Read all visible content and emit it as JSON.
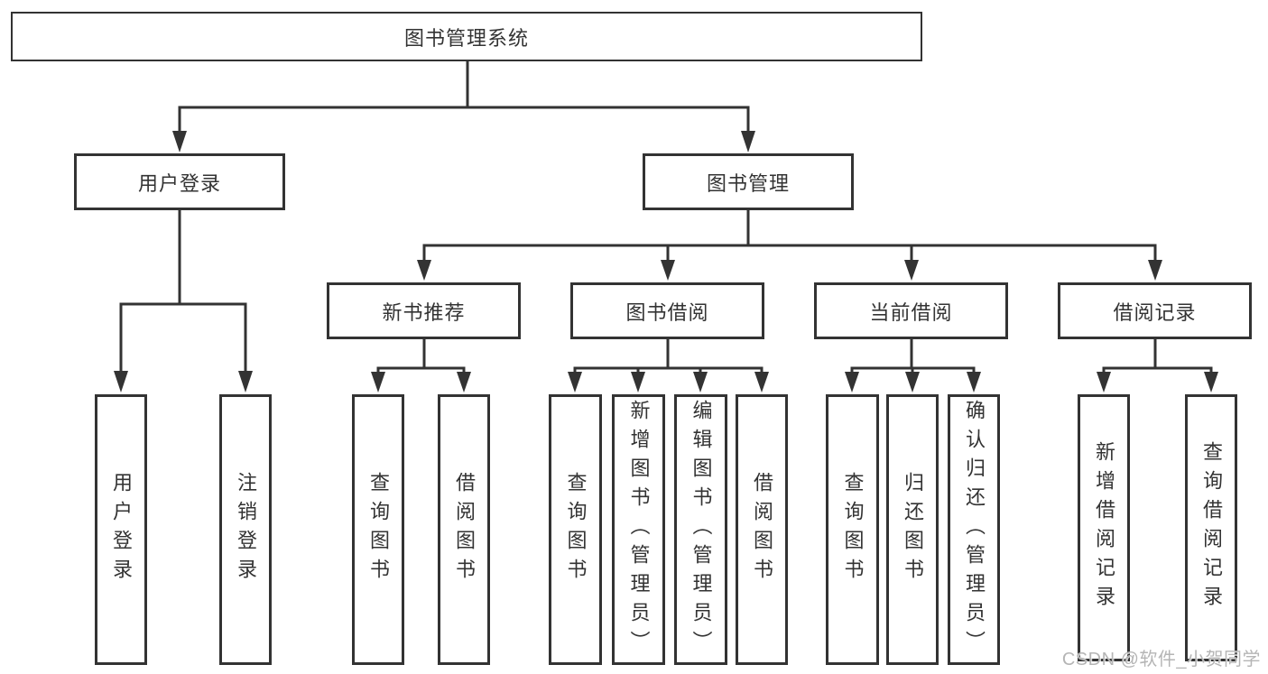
{
  "tree": {
    "label": "图书管理系统",
    "children": [
      {
        "label": "用户登录",
        "children": [
          {
            "label": "用户登录"
          },
          {
            "label": "注销登录"
          }
        ]
      },
      {
        "label": "图书管理",
        "children": [
          {
            "label": "新书推荐",
            "children": [
              {
                "label": "查询图书"
              },
              {
                "label": "借阅图书"
              }
            ]
          },
          {
            "label": "图书借阅",
            "children": [
              {
                "label": "查询图书"
              },
              {
                "label": "新增图书（管理员）"
              },
              {
                "label": "编辑图书（管理员）"
              },
              {
                "label": "借阅图书"
              }
            ]
          },
          {
            "label": "当前借阅",
            "children": [
              {
                "label": "查询图书"
              },
              {
                "label": "归还图书"
              },
              {
                "label": "确认归还（管理员）"
              }
            ]
          },
          {
            "label": "借阅记录",
            "children": [
              {
                "label": "新增借阅记录"
              },
              {
                "label": "查询借阅记录"
              }
            ]
          }
        ]
      }
    ]
  },
  "watermark": "CSDN @软件_小贺同学",
  "colors": {
    "line": "#333333",
    "box_background": "#ffffff",
    "text": "#333333",
    "watermark": "#b5b5b5"
  }
}
